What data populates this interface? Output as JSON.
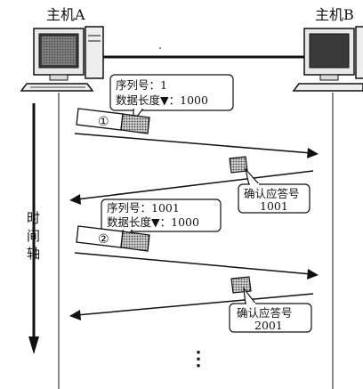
{
  "hosts": {
    "a_label": "主机A",
    "b_label": "主机B"
  },
  "time_axis": {
    "label_chars": [
      "时",
      "间",
      "轴"
    ]
  },
  "segments": [
    {
      "number": "①",
      "seq_line": "序列号：1",
      "len_line": "数据长度▼：1000",
      "ack_line1": "确认应答号",
      "ack_line2": "1001"
    },
    {
      "number": "②",
      "seq_line": "序列号：1001",
      "len_line": "数据长度▼：1000",
      "ack_line1": "确认应答号",
      "ack_line2": "2001"
    }
  ],
  "continuation": "⋮",
  "colors": {
    "line": "#111111",
    "data_block": "#bdbdbd",
    "screen": "#3a3a3a"
  }
}
